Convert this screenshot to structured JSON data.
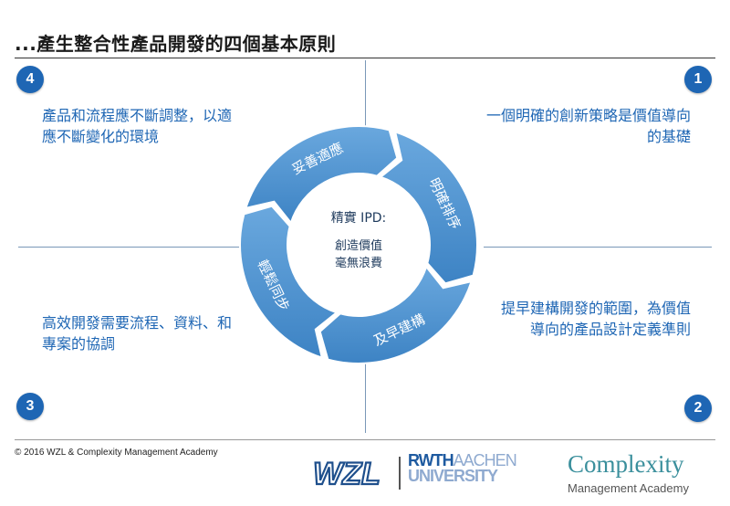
{
  "title": "...產生整合性產品開發的四個基本原則",
  "center": {
    "line1": "精實 IPD:",
    "line2": "創造價值",
    "line3": "毫無浪費"
  },
  "cycle": {
    "segments": [
      {
        "label": "明確排序"
      },
      {
        "label": "及早建構"
      },
      {
        "label": "輕鬆同步"
      },
      {
        "label": "妥善適應"
      }
    ],
    "colors": {
      "ring": "#5a9bd5",
      "ring_dark": "#2e75b6",
      "badge": "#1e66b4",
      "text": "#1e66b4"
    }
  },
  "quadrants": [
    {
      "number": "1",
      "lines": [
        "一個明確的創新策略是價值導向",
        "的基礎"
      ]
    },
    {
      "number": "2",
      "lines": [
        "提早建構開發的範圍，為價值",
        "導向的產品設計定義準則"
      ]
    },
    {
      "number": "3",
      "lines": [
        "高效開發需要流程、資料、和",
        "專案的協調"
      ]
    },
    {
      "number": "4",
      "lines": [
        "產品和流程應不斷調整，以適",
        "應不斷變化的環境"
      ]
    }
  ],
  "footer": {
    "copyright": "© 2016  WZL & Complexity Management Academy",
    "logo_wzl": "WZL",
    "logo_rwth_1": "RWTH",
    "logo_rwth_1b": "AACHEN",
    "logo_rwth_2": "UNIVERSITY",
    "logo_complexity": "Complexity",
    "logo_complexity_sub": "Management Academy"
  }
}
